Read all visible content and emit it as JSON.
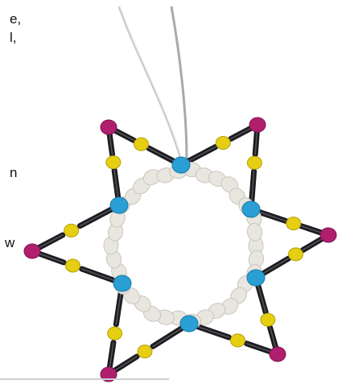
{
  "left_text": {
    "fragments": [
      "e,",
      "l,",
      "n",
      "w"
    ]
  },
  "photo": {
    "subject": "beaded-star-ornament",
    "colors": {
      "wire": "#b9b9b9",
      "bugle": "#1c1c22",
      "yellow": "#e6cf12",
      "magenta": "#b01f6e",
      "cyan": "#2a9fd6",
      "white": "#e8e6df"
    }
  }
}
